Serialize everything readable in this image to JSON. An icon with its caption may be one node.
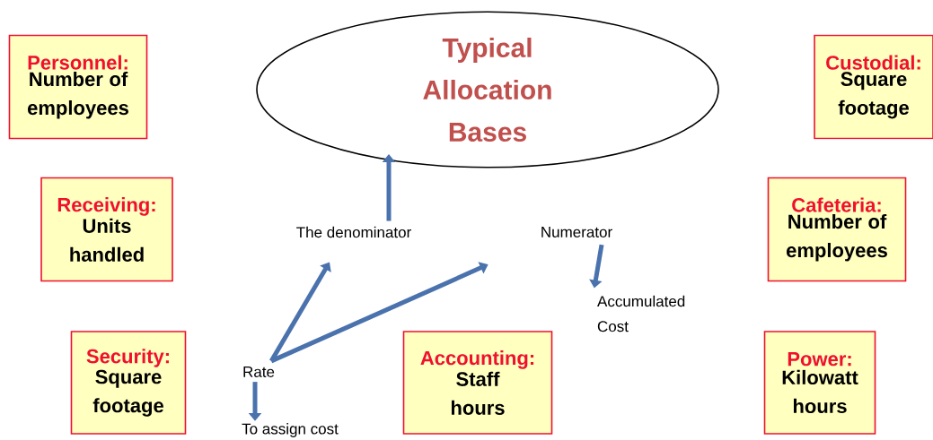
{
  "diagram": {
    "nodes": [
      {
        "text": [
          "Typical Allocation Bases"
        ]
      },
      {
        "text": [
          "Personnel:",
          "Number of employees"
        ]
      },
      {
        "text": [
          "Custodial:",
          "Square footage"
        ]
      },
      {
        "text": [
          "Receiving:",
          "Units handled"
        ]
      },
      {
        "text": [
          "The denominator"
        ]
      },
      {
        "text": [
          "Numerator"
        ]
      },
      {
        "text": [
          "Cafeteria:",
          "Number of employees"
        ]
      },
      {
        "text": [
          "Accumulated Cost"
        ]
      },
      {
        "text": [
          "Security:",
          "Square footage"
        ]
      },
      {
        "text": [
          "Rate"
        ]
      },
      {
        "text": [
          "Accounting:",
          "Staff hours"
        ]
      },
      {
        "text": [
          "Power:",
          "Kilowatt hours"
        ]
      },
      {
        "text": [
          "To assign cost"
        ]
      }
    ],
    "edges": [
      {
        "from": 4,
        "to": 0,
        "arrow": "to"
      },
      {
        "from": 9,
        "to": 4,
        "arrow": "to"
      },
      {
        "from": 9,
        "to": 5,
        "arrow": "to"
      },
      {
        "from": 9,
        "to": 12,
        "arrow": "to"
      },
      {
        "from": 5,
        "to": 7,
        "arrow": "to"
      }
    ]
  }
}
